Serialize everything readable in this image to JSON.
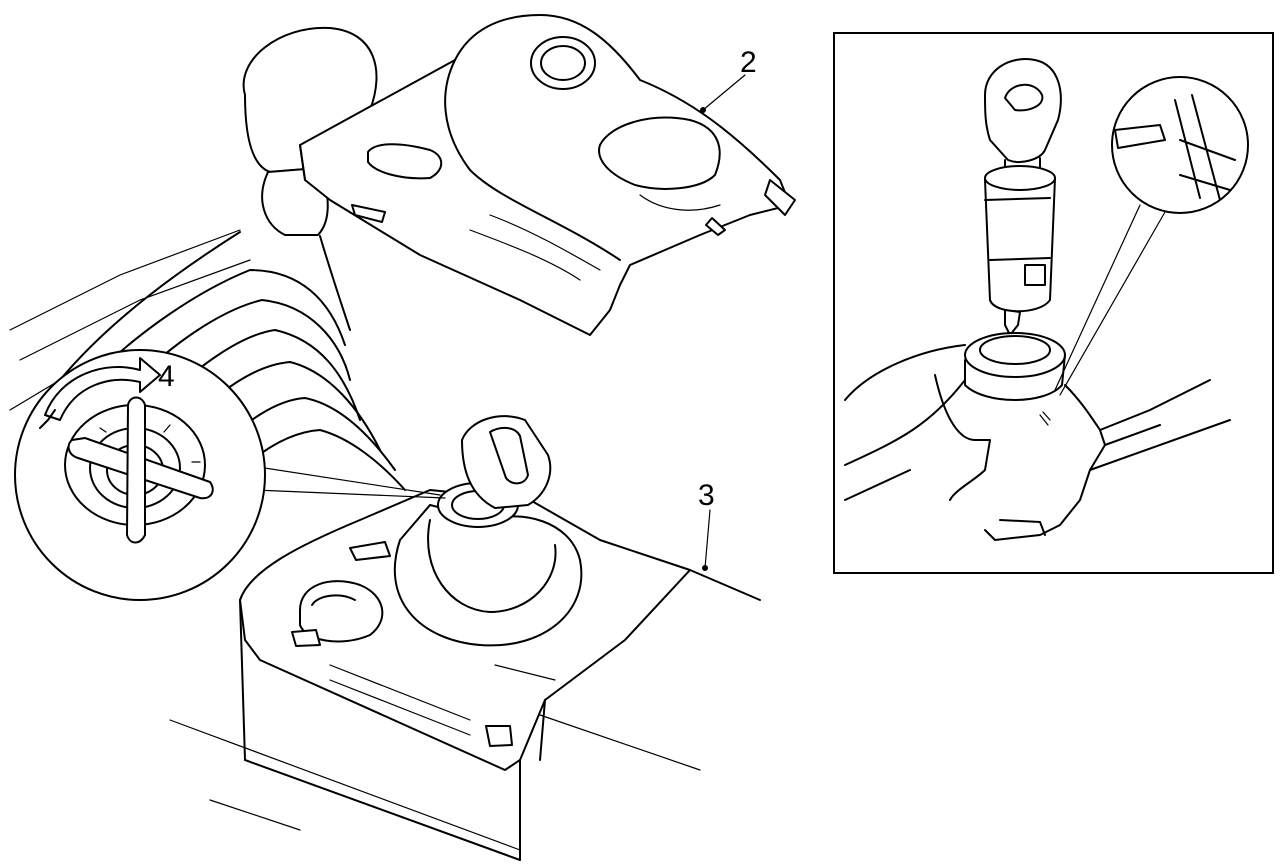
{
  "callouts": {
    "cover": "2",
    "console": "3",
    "rotation": "4"
  },
  "colors": {
    "line": "#000000",
    "background": "#ffffff"
  }
}
